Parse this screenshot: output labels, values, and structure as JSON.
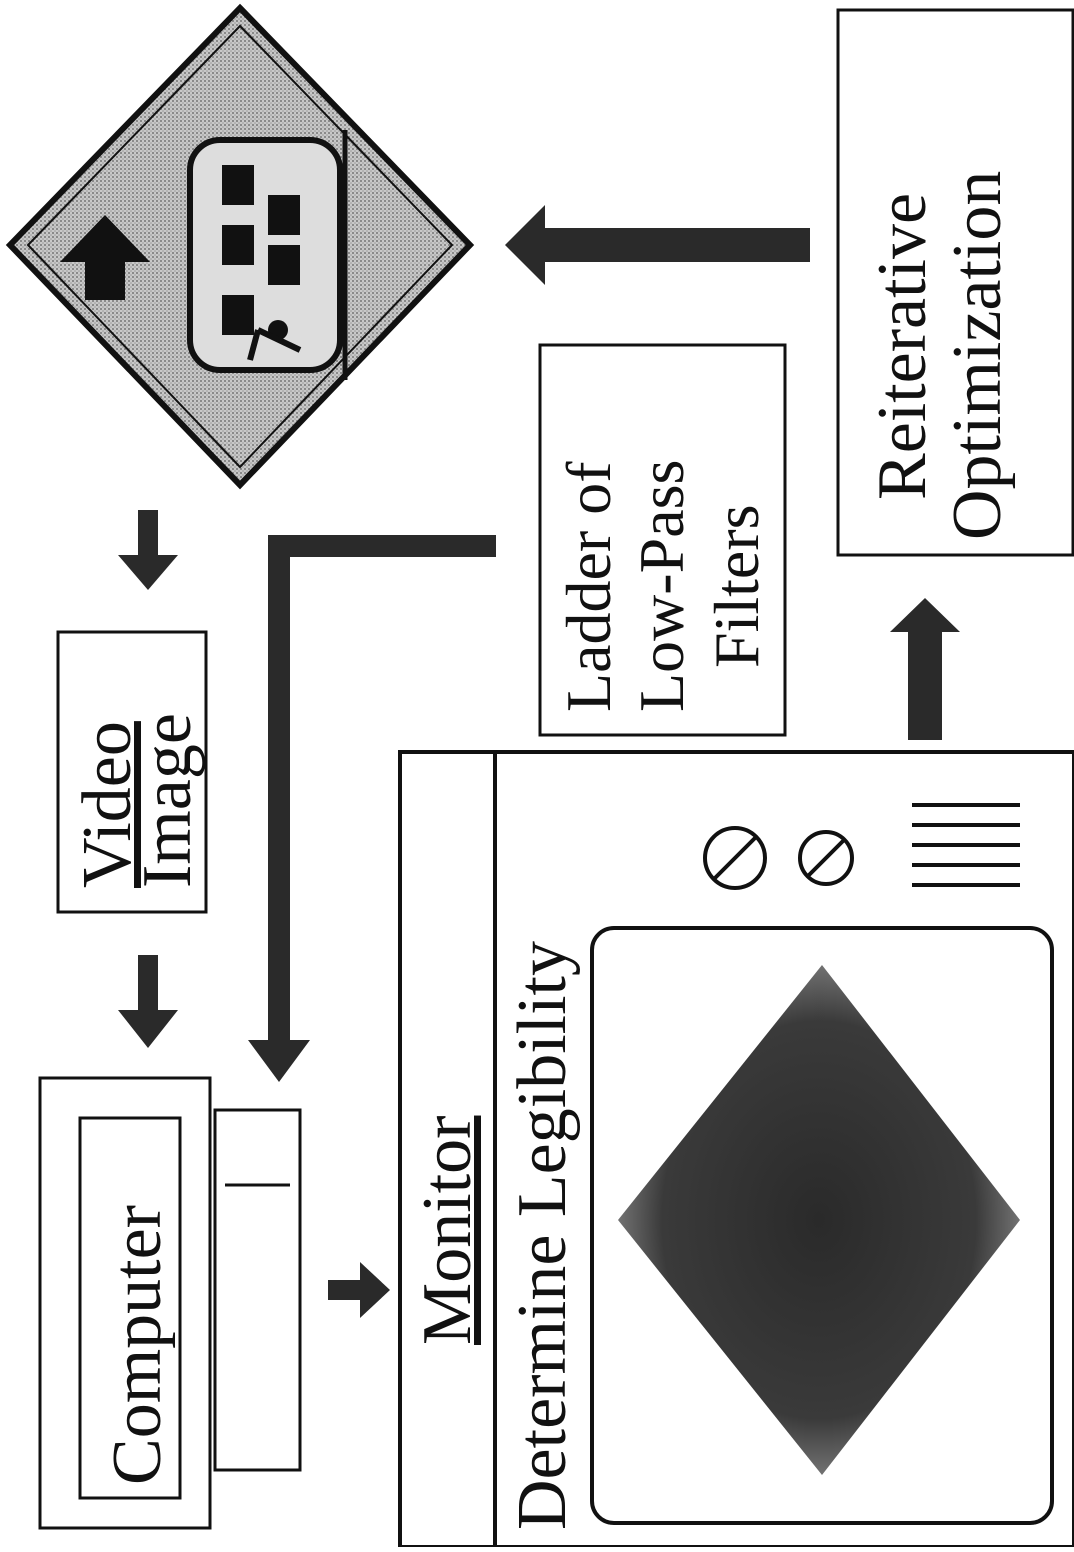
{
  "nodes": {
    "computer": "Computer",
    "video_line1": "Video",
    "video_line2": "Image",
    "monitor": "Monitor",
    "legibility": "Determine Legibility",
    "ladder_line1": "Ladder of",
    "ladder_line2": "Low-Pass",
    "ladder_line3": "Filters",
    "reiterative_line1": "Reiterative",
    "reiterative_line2": "Optimization"
  },
  "icons": [
    "railroad-crossing-sign-icon",
    "blurred-sign-icon",
    "no-symbol-icon",
    "menu-lines-icon",
    "arrow-icon"
  ],
  "colors": {
    "ink": "#111111",
    "sign_fill": "#a8a8a8",
    "arrow": "#2a2a2a"
  }
}
